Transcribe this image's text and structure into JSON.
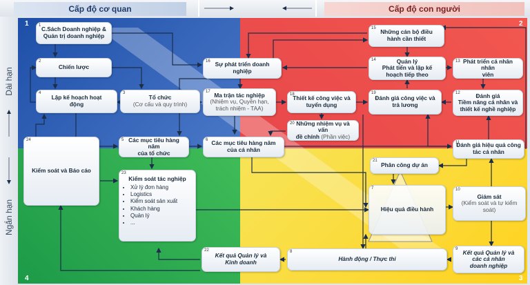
{
  "header": {
    "left": "Cấp độ cơ quan",
    "right": "Cấp độ con người"
  },
  "side": {
    "top": "Dài hạn",
    "bottom": "Ngắn hạn"
  },
  "quadrants": [
    "1",
    "2",
    "3",
    "4"
  ],
  "boxes": {
    "b1": {
      "num": "1",
      "l1": "C.Sách Doanh nghiệp &",
      "l2": "Quản trị doanh nghiệp"
    },
    "b2": {
      "num": "2",
      "l1": "Chiến lược"
    },
    "b3": {
      "num": "3",
      "l1": "Tổ chức",
      "l2": "(Cơ cấu và quy trình)"
    },
    "b4": {
      "num": "4",
      "l1": "Lập kế hoạch hoạt",
      "l2": "động"
    },
    "b5": {
      "num": "5",
      "l1": "Các mục tiêu hàng năm",
      "l2": "của tổ chức"
    },
    "b6": {
      "num": "6",
      "l1": "Các mục tiêu hàng năm",
      "l2": "của cá nhân"
    },
    "b7": {
      "num": "7",
      "l1": "Hiệu quả điều hành"
    },
    "b8": {
      "num": "8",
      "l1": "Hành động / Thực thi"
    },
    "b9": {
      "num": "9",
      "l1": "Kết quả Quản lý và",
      "l2": "các cá nhân",
      "l3": "doanh nghiệp"
    },
    "b10": {
      "num": "10",
      "l1": "Giám sát",
      "l2": "(Kiểm soát và tự kiểm soát)"
    },
    "b11": {
      "num": "11",
      "l1": "Đánh giá hiệu quả công",
      "l2": "tác cá nhân"
    },
    "b12": {
      "num": "12",
      "l1": "Đánh giá",
      "l2": "Tiềm năng cá nhân và",
      "l3": "thiết kế nghề nghiệp"
    },
    "b13": {
      "num": "13",
      "l1": "Phát triển cá nhân nhân",
      "l2": "viên"
    },
    "b14": {
      "num": "14",
      "l1": "Quản lý",
      "l2": "Phát tiển và lập kế",
      "l3": "hoạch tiếp theo"
    },
    "b15": {
      "num": "15",
      "l1": "Những cán bộ điều",
      "l2": "hành cần thiết"
    },
    "b16": {
      "num": "16",
      "l1": "Sự phát triển doanh",
      "l2": "nghiệp"
    },
    "b17": {
      "num": "17",
      "l1": "Ma trận tác nghiệp",
      "l2": "(Nhiệm vụ, Quyền hạn,",
      "l3": "trách nhiệm - TAA)"
    },
    "b18": {
      "num": "18",
      "l1": "Thiết kế công việc và",
      "l2": "tuyển dụng"
    },
    "b19": {
      "num": "19",
      "l1": "Đánh giá công việc và",
      "l2": "trả lương"
    },
    "b20": {
      "num": "20",
      "l1": "Những nhiệm vụ và vấn",
      "l2": "đề chính",
      "l2b": " (Phần việc)"
    },
    "b21": {
      "num": "21",
      "l1": "Phân công dự án"
    },
    "b22": {
      "num": "22",
      "l1": "Kết quả Quản lý và",
      "l2": "Kinh doanh"
    },
    "b23": {
      "num": "23",
      "l1": "Kiểm soát tác nghiệp",
      "items": [
        "Xử lý đơn hàng",
        "Logistics",
        "Kiểm soát sản xuất",
        "Khách hàng",
        "Quản lý",
        "..."
      ]
    },
    "b24": {
      "num": "24",
      "l1": "Kiểm soát và Báo cáo"
    }
  },
  "colors": {
    "q1": "#2656ad",
    "q2": "#ec4d4b",
    "q3": "#fbd93a",
    "q4": "#2fab50",
    "arrow": "#1c2e4a"
  }
}
